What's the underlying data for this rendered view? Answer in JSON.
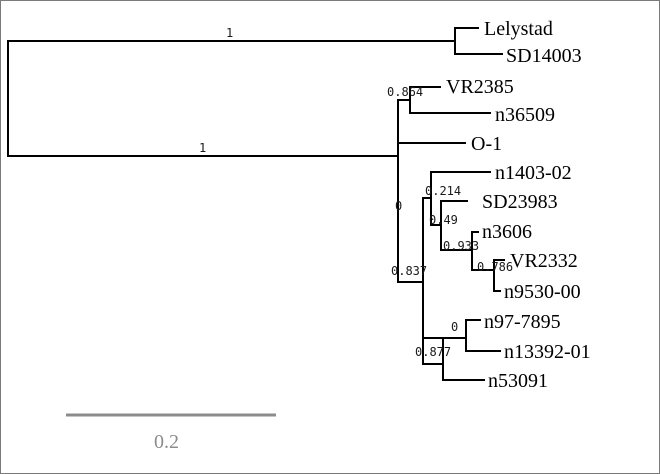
{
  "tree": {
    "tips": [
      {
        "id": "lelystad",
        "label": "Lelystad"
      },
      {
        "id": "sd14003",
        "label": "SD14003"
      },
      {
        "id": "vr2385",
        "label": "VR2385"
      },
      {
        "id": "n36509",
        "label": "n36509"
      },
      {
        "id": "o1",
        "label": "O-1"
      },
      {
        "id": "n1403",
        "label": "n1403-02"
      },
      {
        "id": "sd23983",
        "label": "SD23983"
      },
      {
        "id": "n3606",
        "label": "n3606"
      },
      {
        "id": "vr2332",
        "label": "VR2332"
      },
      {
        "id": "n9530",
        "label": "n9530-00"
      },
      {
        "id": "n97",
        "label": "n97-7895"
      },
      {
        "id": "n13392",
        "label": "n13392-01"
      },
      {
        "id": "n53091",
        "label": "n53091"
      }
    ],
    "support_values": [
      {
        "id": "root-upper",
        "value": "1"
      },
      {
        "id": "root-lower",
        "value": "1"
      },
      {
        "id": "vr-node",
        "value": "0.864"
      },
      {
        "id": "zero-node",
        "value": "0"
      },
      {
        "id": "clade-a",
        "value": "0.214"
      },
      {
        "id": "clade-b",
        "value": "0.49"
      },
      {
        "id": "clade-c",
        "value": "0.933"
      },
      {
        "id": "clade-d",
        "value": "0.786"
      },
      {
        "id": "clade-e",
        "value": "0.837"
      },
      {
        "id": "clade-f",
        "value": "0"
      },
      {
        "id": "clade-g",
        "value": "0.877"
      }
    ],
    "scale": {
      "label": "0.2",
      "length": 0.2
    }
  }
}
